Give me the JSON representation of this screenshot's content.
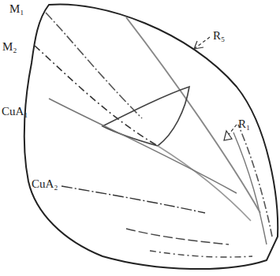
{
  "diagram": {
    "labels": [
      "M₁",
      "M₂",
      "CuA₁",
      "CuA₂",
      "R₅",
      "R₁"
    ]
  }
}
